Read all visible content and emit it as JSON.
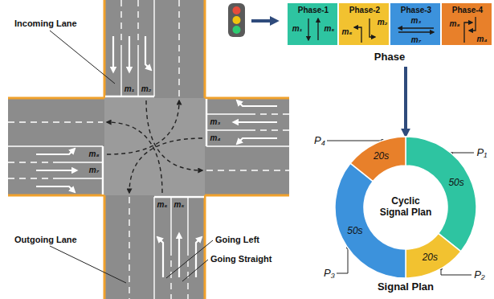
{
  "diagram": {
    "nodes": [
      {
        "text": [
          "Phase"
        ]
      },
      {
        "text": [
          "Phase-1",
          "m₁",
          "m₅"
        ],
        "in": 0
      },
      {
        "text": [
          "Phase-2",
          "m₆",
          "m₂"
        ],
        "in": 0
      },
      {
        "text": [
          "Phase-3",
          "m₃",
          "m₇"
        ],
        "in": 0
      },
      {
        "text": [
          "Phase-4",
          "m₈",
          "m₄"
        ],
        "in": 0
      },
      {
        "text": [
          "Cyclic Signal Plan",
          "Signal Plan"
        ]
      }
    ],
    "edges": [
      {
        "from": 0,
        "to": 5,
        "arrow": "to"
      }
    ],
    "labels": [
      "Incoming Lane",
      "m₁",
      "m₂",
      "m₃",
      "m₄",
      "m₈",
      "m₇",
      "m₆",
      "m₅",
      "Going Left",
      "Going Straight",
      "Outgoing Lane",
      "P₄",
      "P₁",
      "50s",
      "20s",
      "50s",
      "20s",
      "P₂",
      "P₃"
    ]
  }
}
